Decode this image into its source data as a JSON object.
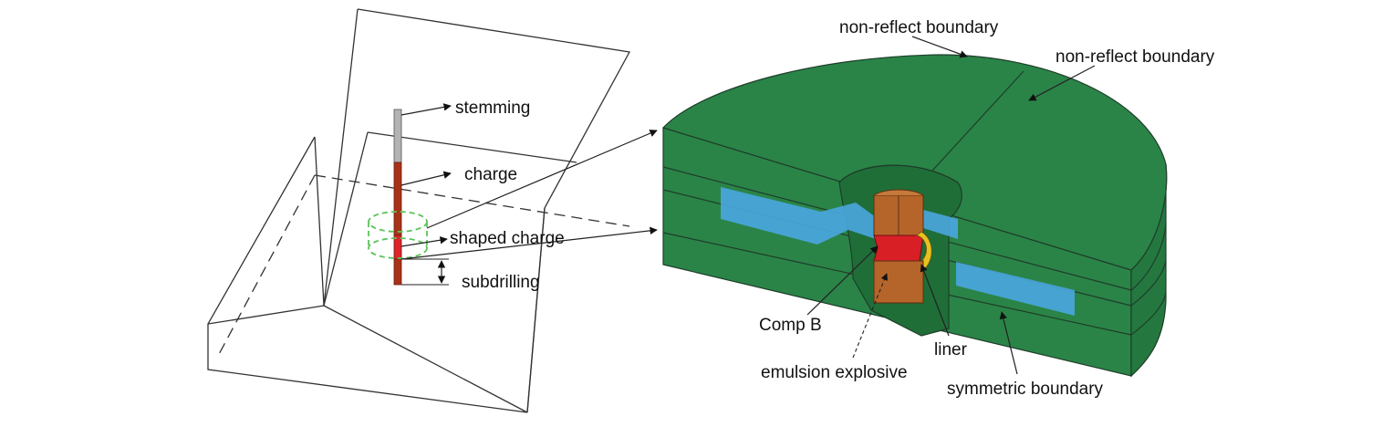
{
  "left_model": {
    "labels": {
      "stemming": "stemming",
      "charge": "charge",
      "shaped_charge": "shaped charge",
      "subdrilling": "subdrilling"
    }
  },
  "right_model": {
    "labels": {
      "non_reflect_top": "non-reflect boundary",
      "non_reflect_right": "non-reflect boundary",
      "comp_b": "Comp B",
      "emulsion_explosive": "emulsion explosive",
      "liner": "liner",
      "symmetric_boundary": "symmetric boundary"
    }
  },
  "colors": {
    "model_green": "#2a8447",
    "model_green_dark": "#1f6e38",
    "layer_blue": "#4aa6e0",
    "emulsion_brown": "#b5652a",
    "comp_b_red": "#d81f26",
    "liner_yellow": "#e6c21f",
    "charge_red": "#a83218",
    "stemming_grey": "#b3b3b3",
    "shaped_charge_ring": "#5cc45c"
  }
}
